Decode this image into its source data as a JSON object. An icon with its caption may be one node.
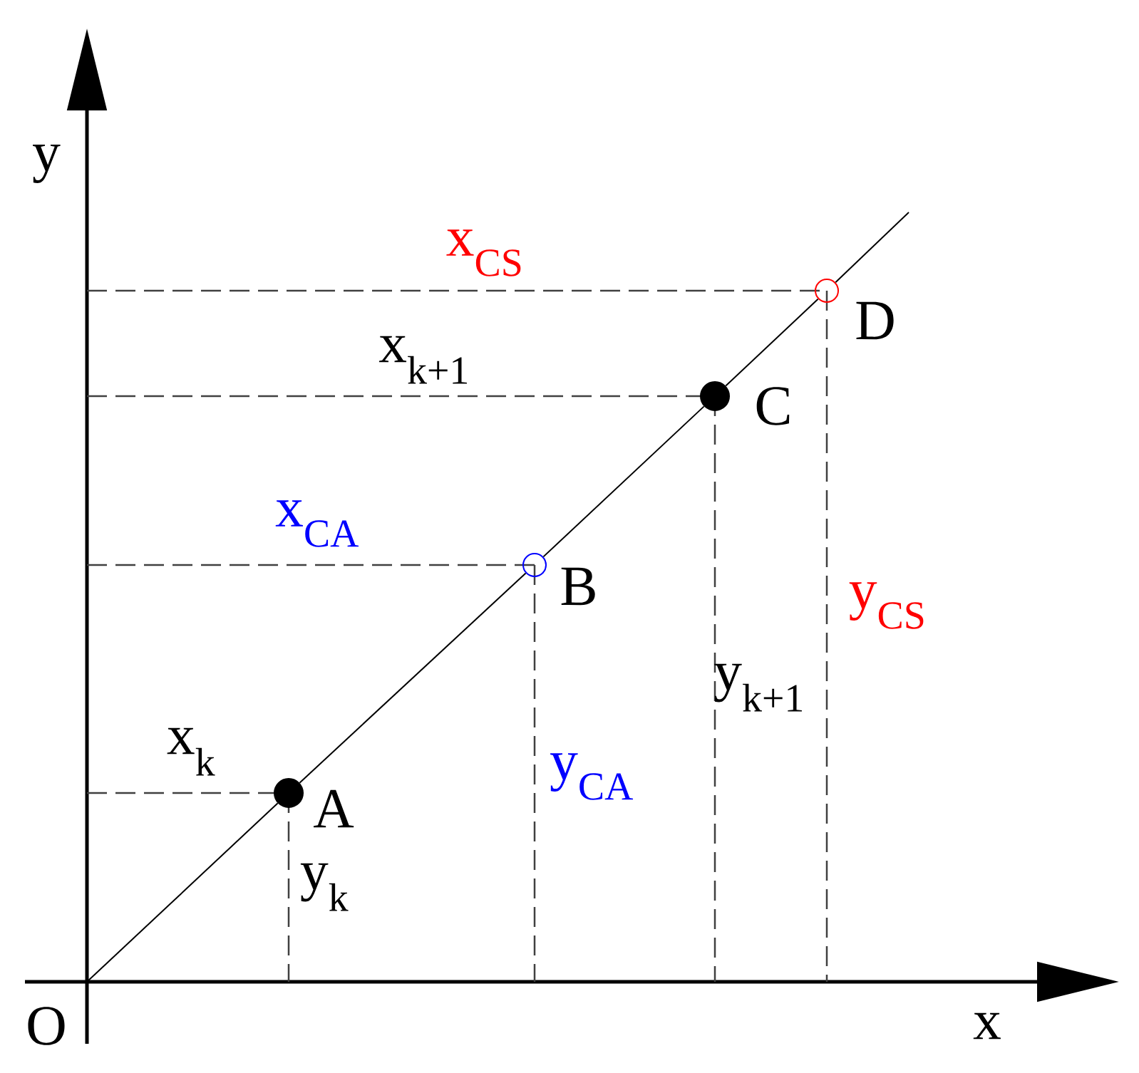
{
  "diagram": {
    "nodes": [
      {
        "text": [],
        "shape": "circle",
        "beside": [
          "A"
        ]
      },
      {
        "text": [],
        "shape": "circle",
        "beside": [
          "B"
        ]
      },
      {
        "text": [],
        "shape": "circle",
        "beside": [
          "C"
        ]
      },
      {
        "text": [],
        "shape": "circle",
        "beside": [
          "D"
        ]
      }
    ],
    "edges": [
      {
        "from": null,
        "to": 0,
        "arrow": "none"
      },
      {
        "from": 0,
        "to": 1,
        "arrow": "none"
      },
      {
        "from": 1,
        "to": 2,
        "arrow": "none"
      },
      {
        "from": 2,
        "to": 3,
        "arrow": "none"
      },
      {
        "from": 3,
        "to": null,
        "arrow": "none"
      }
    ],
    "labels": [
      "y",
      "x$_{CS}$",
      "x$_{k+1}$",
      "x$_{CA}$",
      "y$_{CS}$",
      "y$_{k+1}$",
      "x$_{k}$",
      "y$_{CA}$",
      "y$_{k}$",
      "O",
      "x"
    ]
  }
}
